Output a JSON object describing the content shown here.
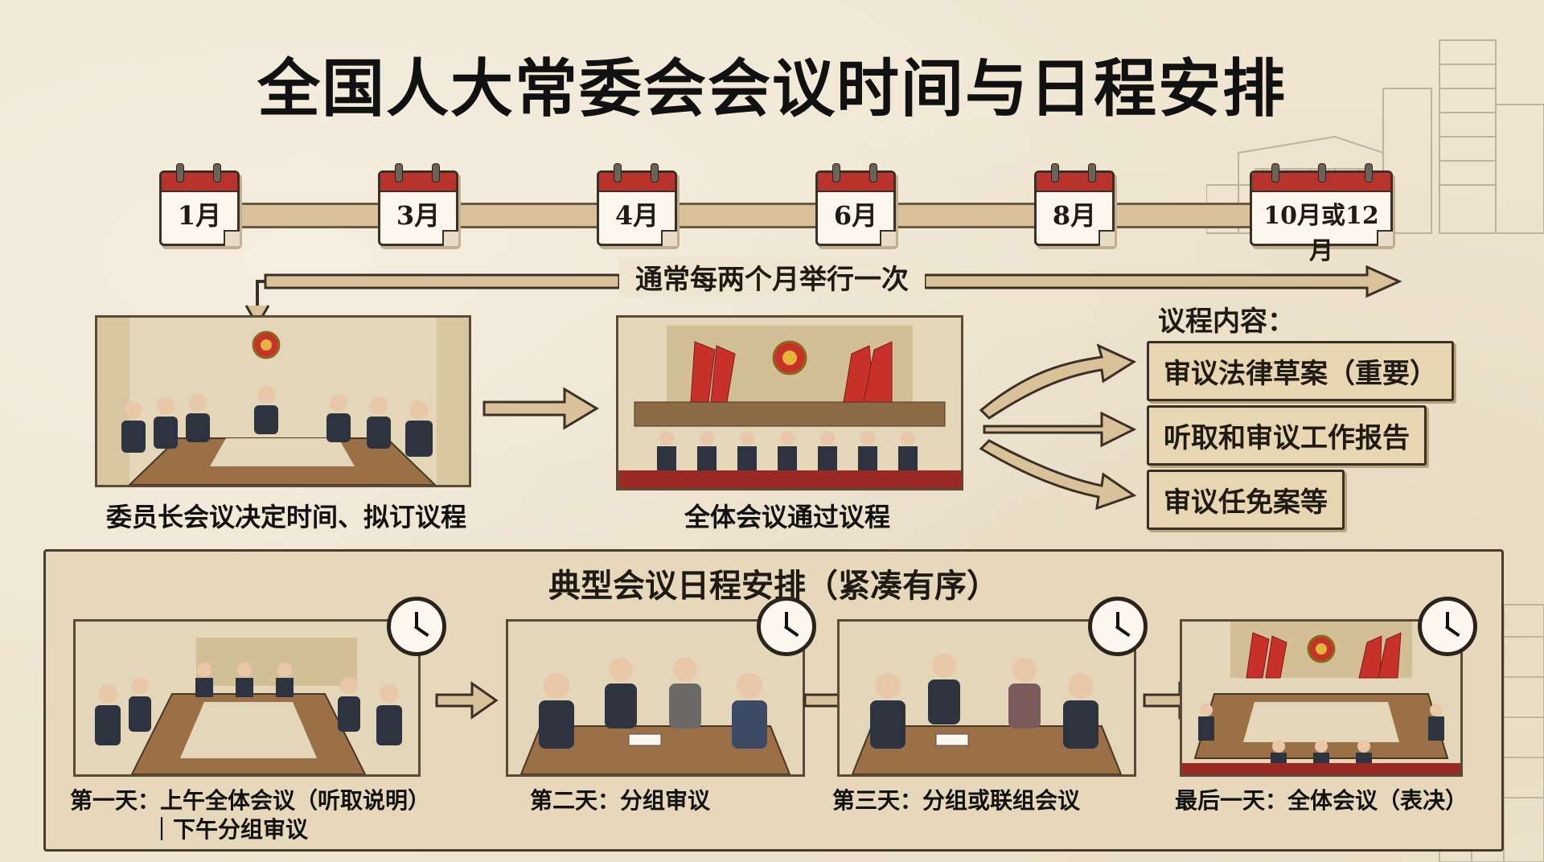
{
  "title": "全国人大常委会会议时间与日程安排",
  "timeline": {
    "months": [
      "1月",
      "3月",
      "4月",
      "6月",
      "8月",
      "10月或12月"
    ],
    "frequency": "通常每两个月举行一次"
  },
  "process": {
    "step1_caption": "委员长会议决定时间、拟订议程",
    "step2_caption": "全体会议通过议程"
  },
  "agenda": {
    "title": "议程内容：",
    "items": [
      "审议法律草案（重要）",
      "听取和审议工作报告",
      "审议任免案等"
    ]
  },
  "schedule": {
    "title": "典型会议日程安排（紧凑有序）",
    "days": [
      {
        "line1": "第一天：上午全体会议（听取说明）",
        "line2": "｜下午分组审议"
      },
      {
        "line1": "第二天：分组审议",
        "line2": ""
      },
      {
        "line1": "第三天：分组或联组会议",
        "line2": ""
      },
      {
        "line1": "最后一天：全体会议（表决）",
        "line2": ""
      }
    ]
  },
  "colors": {
    "calendar_red": "#b8332c",
    "flag_red": "#c8312a",
    "paper": "#efe5d0",
    "panel": "#e7d8bb"
  },
  "icons": [
    "calendar-icon",
    "clock-icon",
    "national-emblem-icon",
    "arrow-icon"
  ]
}
